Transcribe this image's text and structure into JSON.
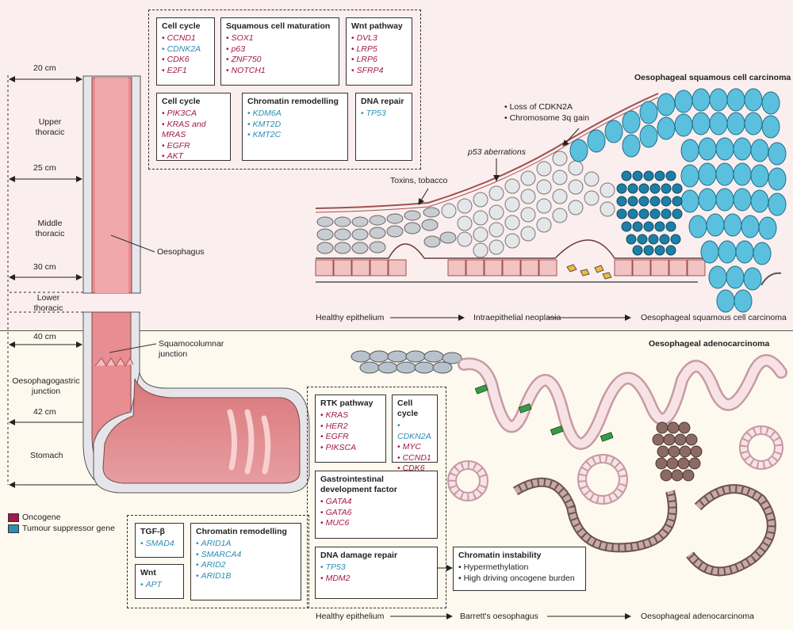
{
  "colors": {
    "oncogene": "#a3194a",
    "tumour_suppressor": "#2a8fb5"
  },
  "section_titles": {
    "squamous": "Oesophageal squamous cell carcinoma",
    "adeno": "Oesophageal adenocarcinoma"
  },
  "anatomy": {
    "distances": [
      "20 cm",
      "25 cm",
      "30 cm",
      "40 cm",
      "42 cm"
    ],
    "regions": [
      "Upper thoracic",
      "Middle thoracic",
      "Lower thoracic",
      "Oesophagogastric junction",
      "Stomach"
    ],
    "labels": {
      "oesophagus": "Oesophagus",
      "scj": "Squamocolumnar junction"
    }
  },
  "legend": {
    "oncogene": "Oncogene",
    "suppressor": "Tumour suppressor gene"
  },
  "squamous_boxes": [
    {
      "title": "Cell cycle",
      "genes": [
        {
          "n": "CCND1",
          "t": "onc"
        },
        {
          "n": "CDNK2A",
          "t": "sup"
        },
        {
          "n": "CDK6",
          "t": "onc"
        },
        {
          "n": "E2F1",
          "t": "onc"
        }
      ]
    },
    {
      "title": "Squamous cell maturation",
      "genes": [
        {
          "n": "SOX1",
          "t": "onc"
        },
        {
          "n": "p63",
          "t": "onc"
        },
        {
          "n": "ZNF750",
          "t": "onc"
        },
        {
          "n": "NOTCH1",
          "t": "onc"
        }
      ]
    },
    {
      "title": "Wnt pathway",
      "genes": [
        {
          "n": "DVL3",
          "t": "onc"
        },
        {
          "n": "LRP5",
          "t": "onc"
        },
        {
          "n": "LRP6",
          "t": "onc"
        },
        {
          "n": "SFRP4",
          "t": "onc"
        }
      ]
    },
    {
      "title": "Cell cycle",
      "genes": [
        {
          "n": "PIK3CA",
          "t": "onc"
        },
        {
          "n": "KRAS and MRAS",
          "t": "onc"
        },
        {
          "n": "EGFR",
          "t": "onc"
        },
        {
          "n": "AKT",
          "t": "onc"
        }
      ]
    },
    {
      "title": "Chromatin remodelling",
      "genes": [
        {
          "n": "KDM6A",
          "t": "sup"
        },
        {
          "n": "KMT2D",
          "t": "sup"
        },
        {
          "n": "KMT2C",
          "t": "sup"
        }
      ]
    },
    {
      "title": "DNA repair",
      "genes": [
        {
          "n": "TP53",
          "t": "sup"
        }
      ]
    }
  ],
  "adeno_boxes": [
    {
      "title": "RTK pathway",
      "genes": [
        {
          "n": "KRAS",
          "t": "onc"
        },
        {
          "n": "HER2",
          "t": "onc"
        },
        {
          "n": "EGFR",
          "t": "onc"
        },
        {
          "n": "PIKSCA",
          "t": "onc"
        }
      ]
    },
    {
      "title": "Cell cycle",
      "genes": [
        {
          "n": "CDKN2A",
          "t": "sup"
        },
        {
          "n": "MYC",
          "t": "onc"
        },
        {
          "n": "CCND1",
          "t": "onc"
        },
        {
          "n": "CDK6",
          "t": "onc"
        }
      ]
    },
    {
      "title": "Gastrointestinal development factor",
      "genes": [
        {
          "n": "GATA4",
          "t": "onc"
        },
        {
          "n": "GATA6",
          "t": "onc"
        },
        {
          "n": "MUC6",
          "t": "onc"
        }
      ]
    },
    {
      "title": "DNA damage repair",
      "genes": [
        {
          "n": "TP53",
          "t": "sup"
        },
        {
          "n": "MDM2",
          "t": "onc"
        }
      ]
    },
    {
      "title": "TGF-β",
      "genes": [
        {
          "n": "SMAD4",
          "t": "sup"
        }
      ]
    },
    {
      "title": "Chromatin remodelling",
      "genes": [
        {
          "n": "ARID1A",
          "t": "sup"
        },
        {
          "n": "SMARCA4",
          "t": "sup"
        },
        {
          "n": "ARID2",
          "t": "sup"
        },
        {
          "n": "ARID1B",
          "t": "sup"
        }
      ]
    },
    {
      "title": "Wnt",
      "genes": [
        {
          "n": "APT",
          "t": "sup"
        }
      ]
    }
  ],
  "instability": {
    "title": "Chromatin instability",
    "items": [
      "Hypermethylation",
      "High driving oncogene burden"
    ]
  },
  "annotations": {
    "loss": "Loss of CDKN2A",
    "gain": "Chromosome 3q gain",
    "p53": "p53 aberrations",
    "toxins": "Toxins, tobacco"
  },
  "progression_squamous": [
    "Healthy epithelium",
    "Intraepithelial neoplasia",
    "Oesophageal squamous cell carcinoma"
  ],
  "progression_adeno": [
    "Healthy epithelium",
    "Barrett's oesophagus",
    "Oesophageal adenocarcinoma"
  ]
}
